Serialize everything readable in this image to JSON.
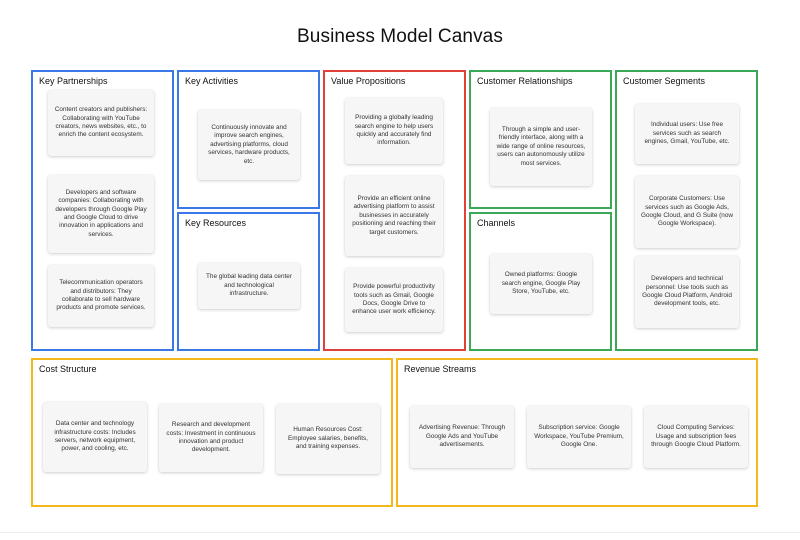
{
  "title": "Business Model Canvas",
  "colors": {
    "blue": "#3b78e7",
    "red": "#e0413a",
    "green": "#3aa856",
    "yellow": "#f2b81c"
  },
  "key_partnerships": {
    "title": "Key Partnerships",
    "cards": [
      "Content creators and publishers: Collaborating with YouTube creators, news websites, etc., to enrich the content ecosystem.",
      "Developers and software companies: Collaborating with developers through Google Play and Google Cloud to drive innovation in applications and services.",
      "Telecommunication operators and distributors: They collaborate to sell hardware products and promote services."
    ]
  },
  "key_activities": {
    "title": "Key Activities",
    "cards": [
      "Continuously innovate and improve search engines, advertising platforms, cloud services, hardware products, etc."
    ]
  },
  "key_resources": {
    "title": "Key Resources",
    "cards": [
      "The global leading data center and technological infrastructure."
    ]
  },
  "value_propositions": {
    "title": "Value Propositions",
    "cards": [
      "Providing a globally leading search engine to help users quickly and accurately find information.",
      "Provide an efficient online advertising platform to assist businesses in accurately positioning and reaching their target customers.",
      "Provide powerful productivity tools such as Gmail, Google Docs, Google Drive to enhance user work efficiency."
    ]
  },
  "customer_relationships": {
    "title": "Customer Relationships",
    "cards": [
      "Through a simple and user-friendly interface, along with a wide range of online resources, users can autonomously utilize most services."
    ]
  },
  "channels": {
    "title": "Channels",
    "cards": [
      "Owned platforms: Google search engine, Google Play Store, YouTube, etc."
    ]
  },
  "customer_segments": {
    "title": "Customer Segments",
    "cards": [
      "Individual users: Use free services such as search engines, Gmail, YouTube, etc.",
      "Corporate Customers: Use services such as Google Ads, Google Cloud, and G Suite (now Google Workspace).",
      "Developers and technical personnel: Use tools such as Google Cloud Platform, Android development tools, etc."
    ]
  },
  "cost_structure": {
    "title": "Cost Structure",
    "cards": [
      "Data center and technology infrastructure costs: Includes servers, network equipment, power, and cooling, etc.",
      "Research and development costs: Investment in continuous innovation and product development.",
      "Human Resources Cost: Employee salaries, benefits, and training expenses."
    ]
  },
  "revenue_streams": {
    "title": "Revenue Streams",
    "cards": [
      "Advertising Revenue: Through Google Ads and YouTube advertisements.",
      "Subscription service: Google Workspace, YouTube Premium, Google One.",
      "Cloud Computing Services: Usage and subscription fees through Google Cloud Platform."
    ]
  }
}
